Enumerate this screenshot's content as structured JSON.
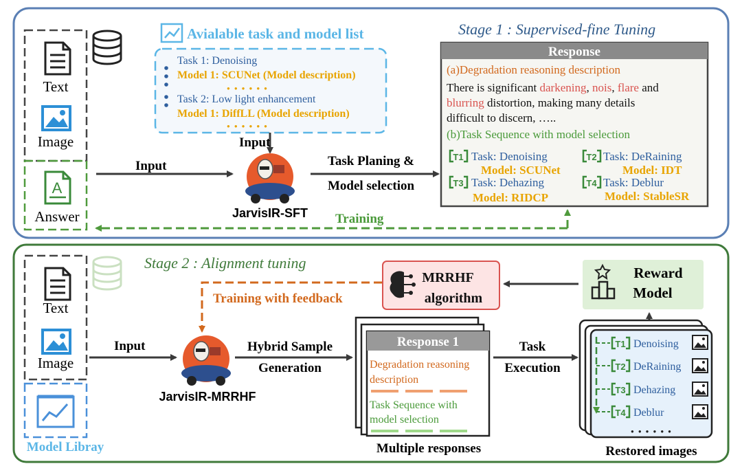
{
  "stage1": {
    "title": "Stage 1 : Supervised-fine Tuning",
    "inputs": {
      "text": "Text",
      "image": "Image",
      "answer": "Answer"
    },
    "task_list": {
      "header": "Avialable task and model list",
      "task1": "Task 1: Denoising",
      "model1": "Model 1: SCUNet (Model description)",
      "task2": "Task 2: Low light enhancement",
      "model2": "Model 1: DiffLL (Model description)",
      "dots": "● ● ● ● ● ●"
    },
    "input_label_top": "Input",
    "input_label_left": "Input",
    "model_name": "JarvisIR-SFT",
    "planning_line1": "Task Planing &",
    "planning_line2": "Model selection",
    "training_label": "Training",
    "response": {
      "header": "Response",
      "section_a": "(a)Degradation reasoning description",
      "desc_line1_pre": "There is significant ",
      "w_darkening": "darkening",
      "comma1": ", ",
      "w_nois": "nois",
      "comma2": ", ",
      "w_flare": "flare",
      "desc_line1_post": " and",
      "w_blurring": "blurring",
      "desc_line2_post": " distortion, making many details",
      "desc_line3": "difficult to discern, …..",
      "section_b": "(b)Task Sequence with model selection",
      "t1_badge": "T1",
      "t1_task": "Task: Denoising",
      "t1_model": "Model: SCUNet",
      "t2_badge": "T2",
      "t2_task": "Task: DeRaining",
      "t2_model": "Model: IDT",
      "t3_badge": "T3",
      "t3_task": "Task: Dehazing",
      "t3_model": "Model: RIDCP",
      "t4_badge": "T4",
      "t4_task": "Task: Deblur",
      "t4_model": "Model: StableSR"
    }
  },
  "stage2": {
    "title": "Stage 2 : Alignment tuning",
    "inputs": {
      "text": "Text",
      "image": "Image"
    },
    "model_library": "Model Libray",
    "input_label": "Input",
    "model_name": "JarvisIR-MRRHF",
    "hybrid_line1": "Hybrid Sample",
    "hybrid_line2": "Generation",
    "mrrhf_line1": "MRRHF",
    "mrrhf_line2": "algorithm",
    "feedback_label": "Training with feedback",
    "reward_line1": "Reward",
    "reward_line2": "Model",
    "response1": {
      "header": "Response 1",
      "degr_line1": "Degradation reasoning",
      "degr_line2": "description",
      "task_line1": "Task Sequence with",
      "task_line2": "model selection"
    },
    "multiple_responses": "Multiple responses",
    "task_exec_line1": "Task",
    "task_exec_line2": "Execution",
    "restored": {
      "t1_badge": "T1",
      "t1": "Denoising",
      "t2_badge": "T2",
      "t2": "DeRaining",
      "t3_badge": "T3",
      "t3": "Dehazing",
      "t4_badge": "T4",
      "t4": "Deblur",
      "dots": "● ● ● ● ● ●"
    },
    "restored_images": "Restored images"
  },
  "colors": {
    "stage1_border": "#5a7fb4",
    "stage2_border": "#3f7a3a",
    "dashed_green": "#4f9a3c",
    "orange": "#e8a400",
    "red_text": "#d9534f",
    "green_text": "#4a9a3a",
    "blue_text": "#2f5f9e",
    "light_blue": "#5bb6e6",
    "feedback_orange": "#d2691e"
  }
}
